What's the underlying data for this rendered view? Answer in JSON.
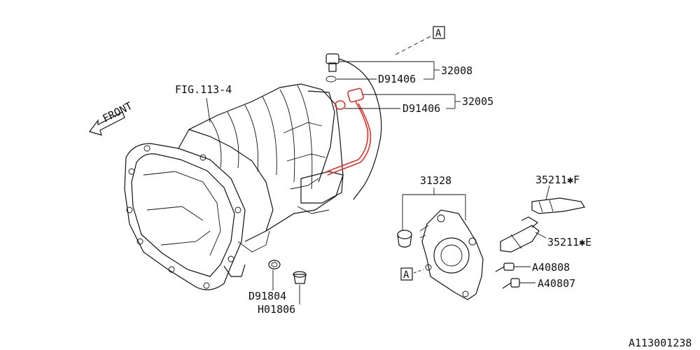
{
  "figure_id": "A113001238",
  "fig_reference": "FIG.113-4",
  "front_label": "FRONT",
  "reference_marker": "A",
  "parts": {
    "p32008": "32008",
    "p32005": "32005",
    "d91406_a": "D91406",
    "d91406_b": "D91406",
    "p31328": "31328",
    "p35211f": "35211✱F",
    "p35211e": "35211✱E",
    "a40808": "A40808",
    "a40807": "A40807",
    "d91804": "D91804",
    "h01806": "H01806"
  },
  "colors": {
    "highlight": "#e0332e",
    "ink": "#111111"
  }
}
